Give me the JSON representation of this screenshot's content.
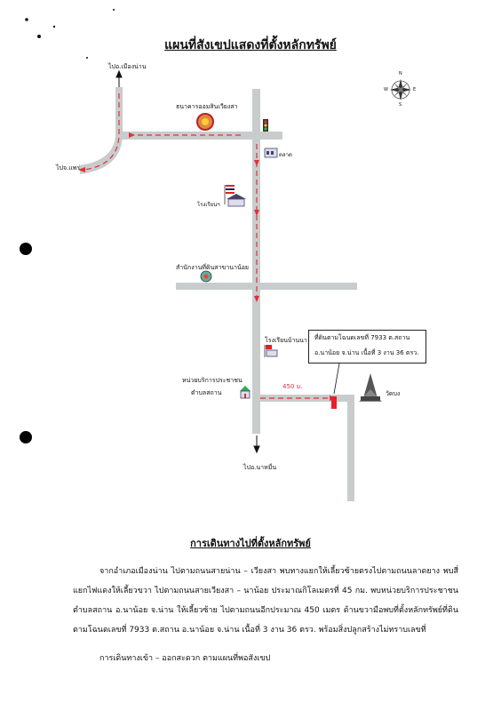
{
  "title": "แผนที่สังเขปแสดงที่ตั้งหลักทรัพย์",
  "compass": {
    "n": "N",
    "s": "S",
    "e": "E",
    "w": "W"
  },
  "labels": {
    "to_nan_city": "ไปอ.เมืองน่าน",
    "to_phrae": "ไปจ.แพร่",
    "bank": "ธนาคารออมสินเวียงสา",
    "market": "ตลาด",
    "school": "โรงเรียนฯ",
    "land_office": "สำนักงานที่ดินสาขานาน้อย",
    "school_ban_na": "โรงเรียนบ้านนา",
    "service_unit_line1": "หน่วยบริการประชาชน",
    "service_unit_line2": "ตำบลสถาน",
    "temple": "วัดบง",
    "distance": "450 ม.",
    "to_na_muen": "ไปอ.นาหมื่น"
  },
  "info_box": {
    "line1": "ที่ดินตามโฉนดเลขที่ 7933 ต.สถาน",
    "line2": "อ.นาน้อย จ.น่าน เนื้อที่ 3 งาน 36 ตรว."
  },
  "directions": {
    "heading": "การเดินทางไปที่ตั้งหลักทรัพย์",
    "body": "จากอำเภอเมืองน่าน ไปตามถนนสายน่าน – เวียงสา พบทางแยกให้เลี้ยวซ้ายตรงไปตามถนนลาดยาง พบสี่แยกไฟแดงให้เลี้ยวขวา ไปตามถนนสายเวียงสา – นาน้อย ประมาณกิโลเมตรที่ 45 กม. พบหน่วยบริการประชาชนตำบลสถาน อ.นาน้อย จ.น่าน ให้เลี้ยวซ้าย ไปตามถนนอีกประมาณ 450 เมตร ด้านขวามือพบที่ตั้งหลักทรัพย์ที่ดินตามโฉนดเลขที่ 7933 ต.สถาน อ.นาน้อย จ.น่าน เนื้อที่ 3 งาน 36 ตรว. พร้อมสิ่งปลูกสร้างไม่ทราบเลขที่",
    "access": "การเดินทางเข้า – ออกสะดวก ตามแผนที่พอสังเขป"
  },
  "colors": {
    "road": "#c9cccc",
    "route": "#e0303a",
    "marker": "#e8202a"
  }
}
